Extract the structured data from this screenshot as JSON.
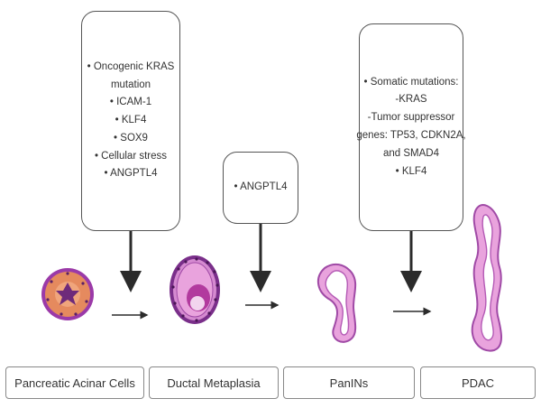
{
  "callouts": [
    {
      "items": [
        "• Oncogenic KRAS",
        "mutation",
        "• ICAM-1",
        "• KLF4",
        "• SOX9",
        "• Cellular stress",
        "• ANGPTL4"
      ]
    },
    {
      "items": [
        "• ANGPTL4"
      ]
    },
    {
      "items": [
        "• Somatic mutations:",
        "-KRAS",
        "-Tumor suppressor",
        "genes: TP53, CDKN2A,",
        "and SMAD4",
        "• KLF4"
      ]
    }
  ],
  "stages": [
    "Pancreatic Acinar Cells",
    "Ductal Metaplasia",
    "PanINs",
    "PDAC"
  ],
  "colors": {
    "purple": "#9b3aa8",
    "pink": "#e9a3dd",
    "orange": "#e58a5e",
    "arrow": "#2b2b2b",
    "border": "#555555"
  }
}
